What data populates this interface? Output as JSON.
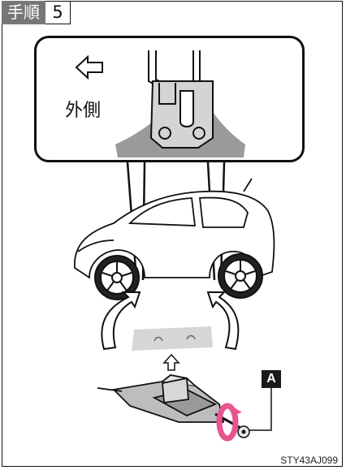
{
  "step": {
    "label": "手順",
    "number": "5"
  },
  "callout": {
    "direction_label": "外側"
  },
  "marker": {
    "label": "A"
  },
  "figure_code": "STY43AJ099"
}
